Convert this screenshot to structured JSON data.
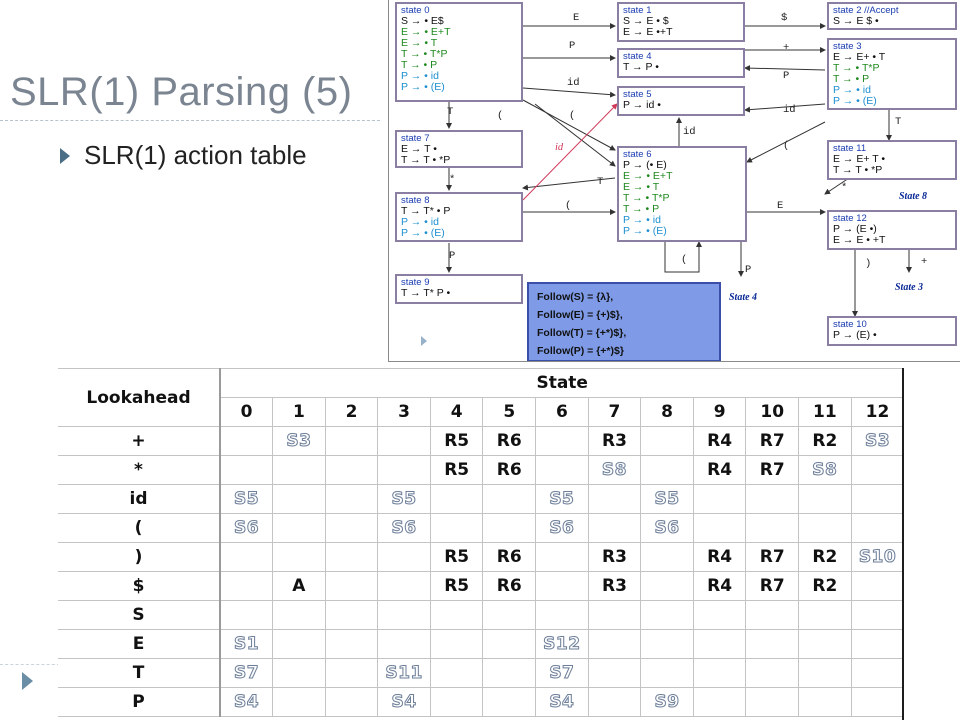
{
  "slide": {
    "title": "SLR(1) Parsing (5)",
    "bullet": "SLR(1) action table"
  },
  "diagram": {
    "states": [
      {
        "name": "state 0",
        "items": [
          [
            "S → • E$",
            "blk"
          ],
          [
            "E → • E+T",
            "grn"
          ],
          [
            "E → • T",
            "grn"
          ],
          [
            "T → • T*P",
            "grn"
          ],
          [
            "T → • P",
            "grn"
          ],
          [
            "P → • id",
            "cyn"
          ],
          [
            "P → • (E)",
            "cyn"
          ]
        ]
      },
      {
        "name": "state 1",
        "items": [
          [
            "S → E • $",
            "blk"
          ],
          [
            "E → E •+T",
            "blk"
          ]
        ]
      },
      {
        "name": "state 2  //Accept",
        "items": [
          [
            "S → E $ •",
            "blk"
          ]
        ]
      },
      {
        "name": "state 3",
        "items": [
          [
            "E → E+ • T",
            "blk"
          ],
          [
            "T → • T*P",
            "grn"
          ],
          [
            "T → • P",
            "grn"
          ],
          [
            "P → • id",
            "cyn"
          ],
          [
            "P → • (E)",
            "cyn"
          ]
        ]
      },
      {
        "name": "state 4",
        "items": [
          [
            "T → P •",
            "blk"
          ]
        ]
      },
      {
        "name": "state 5",
        "items": [
          [
            "P → id •",
            "blk"
          ]
        ]
      },
      {
        "name": "state 6",
        "items": [
          [
            "P → (• E)",
            "blk"
          ],
          [
            "E → • E+T",
            "grn"
          ],
          [
            "E → • T",
            "grn"
          ],
          [
            "T → • T*P",
            "grn"
          ],
          [
            "T → • P",
            "grn"
          ],
          [
            "P → • id",
            "cyn"
          ],
          [
            "P → • (E)",
            "cyn"
          ]
        ]
      },
      {
        "name": "state 7",
        "items": [
          [
            "E → T •",
            "blk"
          ],
          [
            "T → T • *P",
            "blk"
          ]
        ]
      },
      {
        "name": "state 8",
        "items": [
          [
            "T → T* • P",
            "blk"
          ],
          [
            "P → • id",
            "cyn"
          ],
          [
            "P → • (E)",
            "cyn"
          ]
        ]
      },
      {
        "name": "state 9",
        "items": [
          [
            "T → T* P •",
            "blk"
          ]
        ]
      },
      {
        "name": "state 10",
        "items": [
          [
            "P → (E) •",
            "blk"
          ]
        ]
      },
      {
        "name": "state 11",
        "items": [
          [
            "E → E+ T •",
            "blk"
          ],
          [
            "T → T • *P",
            "blk"
          ]
        ]
      },
      {
        "name": "state 12",
        "items": [
          [
            "P → (E •)",
            "blk"
          ],
          [
            "E → E • +T",
            "blk"
          ]
        ]
      }
    ],
    "edge_labels": [
      "E",
      "$",
      "P",
      "+",
      "id",
      "P",
      "(",
      "id",
      "T",
      "id",
      "T",
      "id",
      "(",
      "*",
      "(",
      "E",
      "*",
      "(",
      "P",
      "P",
      ")",
      "+",
      "T",
      "("
    ],
    "goto_labels": [
      "State 8",
      "State 4",
      "State 3"
    ],
    "follow": [
      "Follow(S) = {λ},",
      "Follow(E) = {+)$},",
      "Follow(T) = {+*)$},",
      "Follow(P) = {+*)$}"
    ]
  },
  "table": {
    "lookahead_header": "Lookahead",
    "state_header": "State",
    "state_numbers": [
      "0",
      "1",
      "2",
      "3",
      "4",
      "5",
      "6",
      "7",
      "8",
      "9",
      "10",
      "11",
      "12"
    ],
    "rows": [
      {
        "symbol": "+",
        "cells": [
          "",
          "S3",
          "",
          "",
          "R5",
          "R6",
          "",
          "R3",
          "",
          "R4",
          "R7",
          "R2",
          "S3"
        ]
      },
      {
        "symbol": "*",
        "cells": [
          "",
          "",
          "",
          "",
          "R5",
          "R6",
          "",
          "S8",
          "",
          "R4",
          "R7",
          "S8",
          ""
        ]
      },
      {
        "symbol": "id",
        "cells": [
          "S5",
          "",
          "",
          "S5",
          "",
          "",
          "S5",
          "",
          "S5",
          "",
          "",
          "",
          ""
        ]
      },
      {
        "symbol": "(",
        "cells": [
          "S6",
          "",
          "",
          "S6",
          "",
          "",
          "S6",
          "",
          "S6",
          "",
          "",
          "",
          ""
        ]
      },
      {
        "symbol": ")",
        "cells": [
          "",
          "",
          "",
          "",
          "R5",
          "R6",
          "",
          "R3",
          "",
          "R4",
          "R7",
          "R2",
          "S10"
        ]
      },
      {
        "symbol": "$",
        "cells": [
          "",
          "A",
          "",
          "",
          "R5",
          "R6",
          "",
          "R3",
          "",
          "R4",
          "R7",
          "R2",
          ""
        ]
      },
      {
        "symbol": "S",
        "cells": [
          "",
          "",
          "",
          "",
          "",
          "",
          "",
          "",
          "",
          "",
          "",
          "",
          ""
        ]
      },
      {
        "symbol": "E",
        "cells": [
          "S1",
          "",
          "",
          "",
          "",
          "",
          "S12",
          "",
          "",
          "",
          "",
          "",
          ""
        ]
      },
      {
        "symbol": "T",
        "cells": [
          "S7",
          "",
          "",
          "S11",
          "",
          "",
          "S7",
          "",
          "",
          "",
          "",
          "",
          ""
        ]
      },
      {
        "symbol": "P",
        "cells": [
          "S4",
          "",
          "",
          "S4",
          "",
          "",
          "S4",
          "",
          "S9",
          "",
          "",
          "",
          ""
        ]
      }
    ]
  },
  "colors": {
    "title": "#7b8591",
    "state_border": "#8a7fa2",
    "follow_bg": "#7f9be8",
    "shift_outline": "#6e7f99"
  }
}
